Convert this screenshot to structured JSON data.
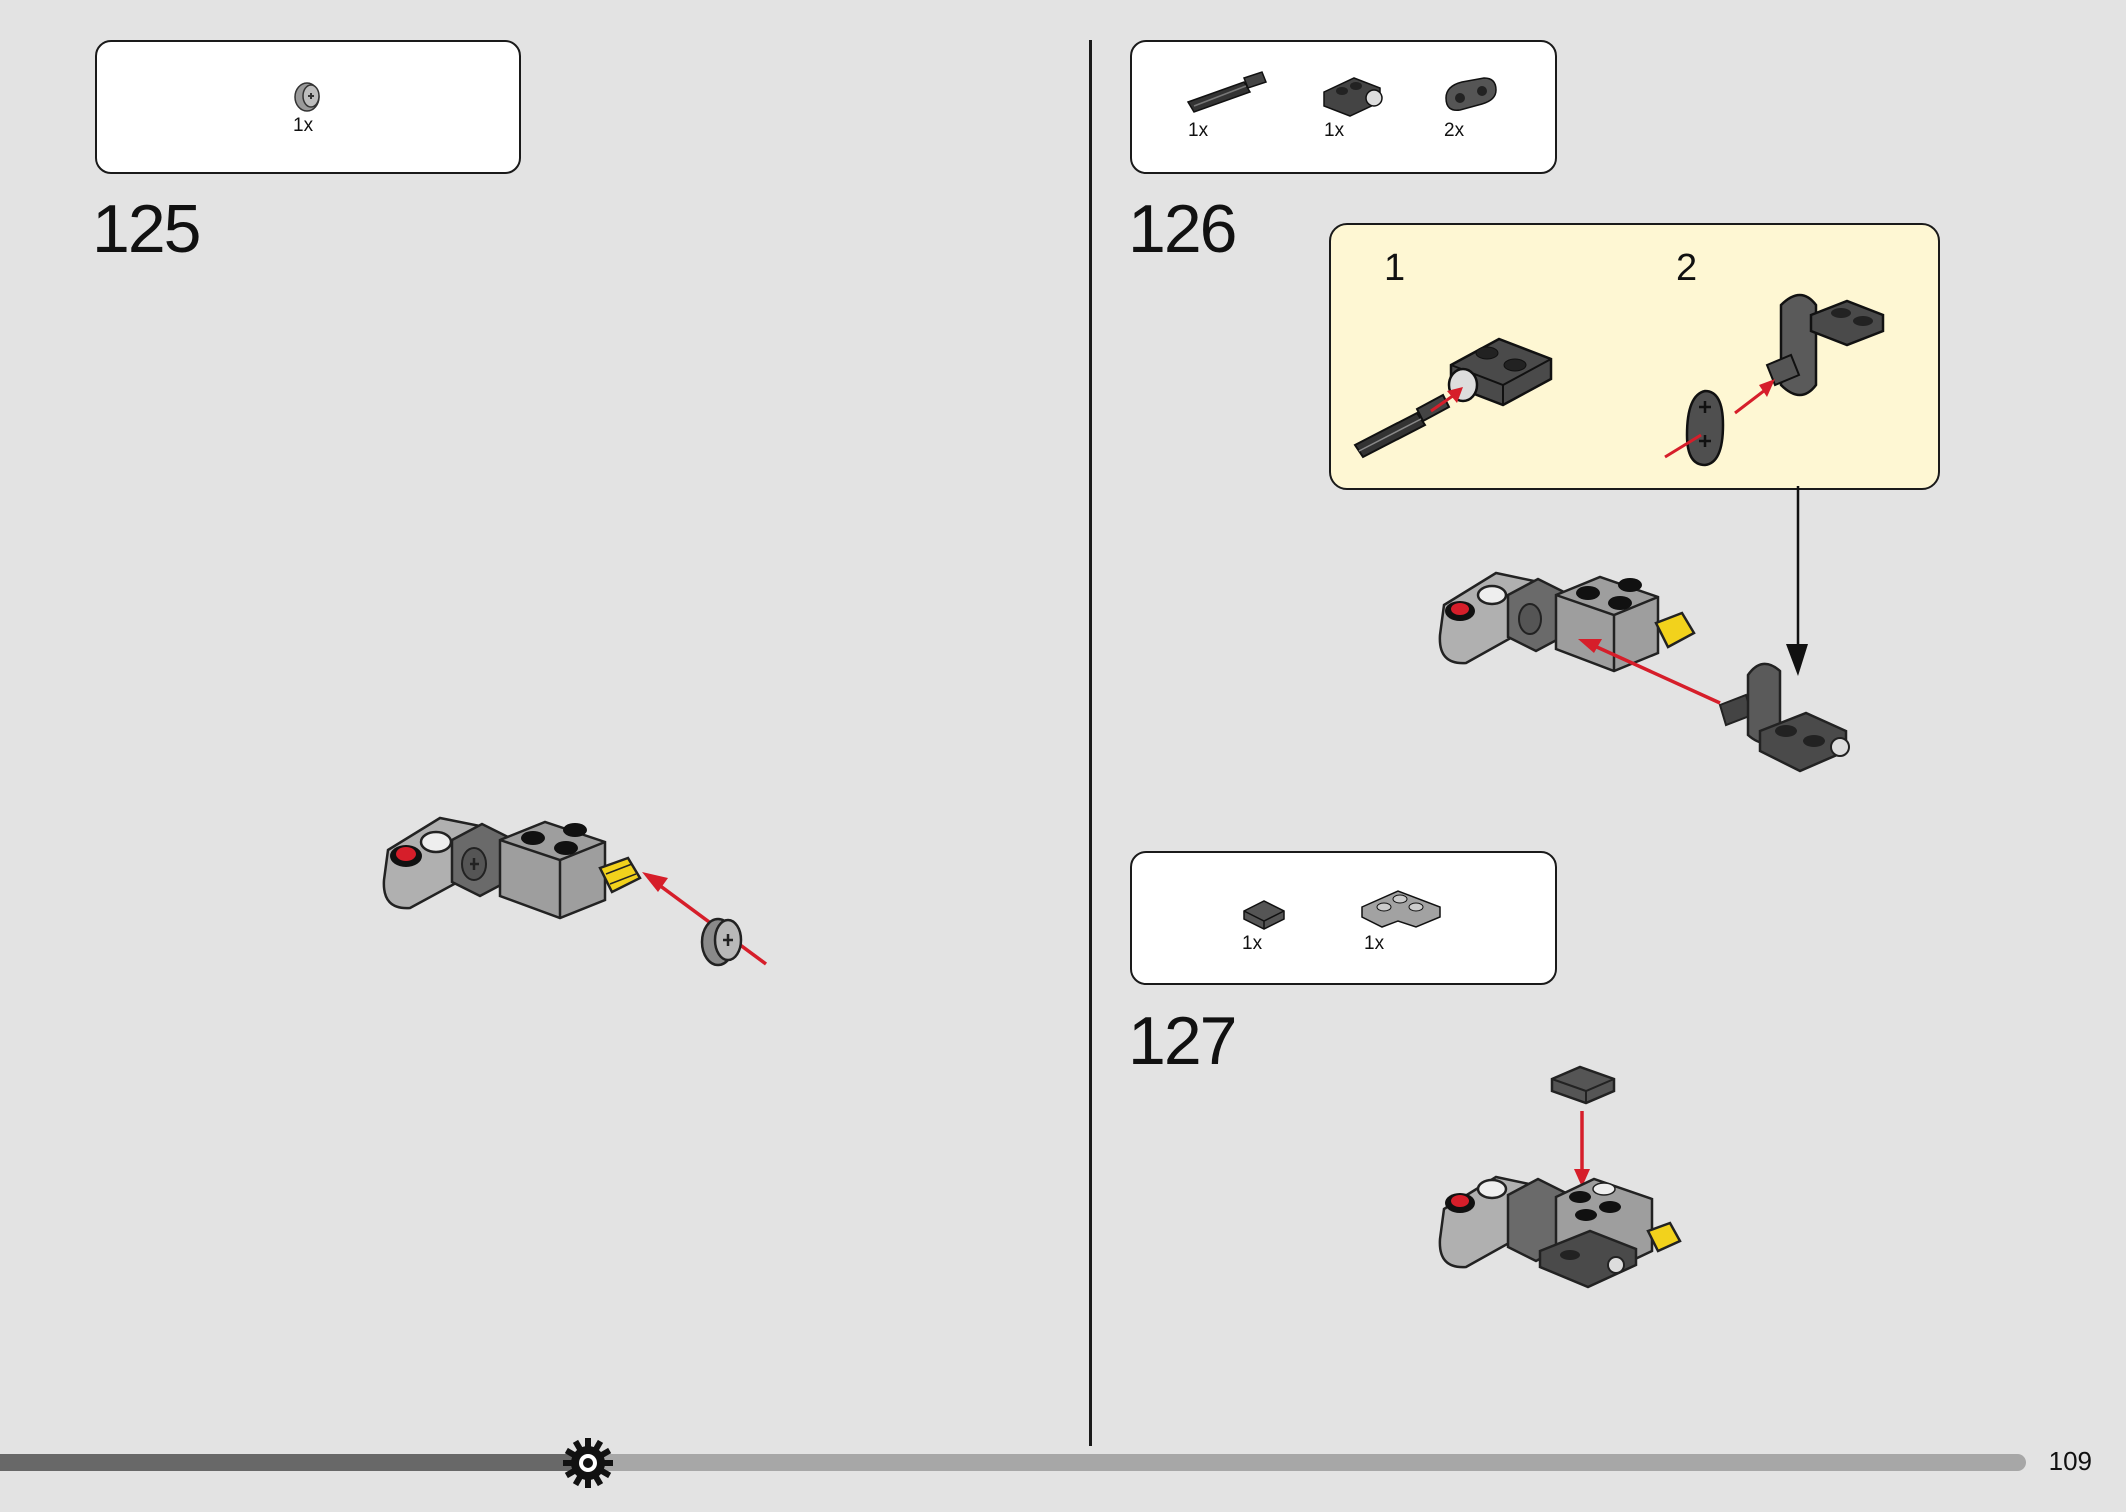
{
  "page_number": "109",
  "colors": {
    "background": "#e3e3e3",
    "callout_background": "#fef7d3",
    "arrow_red": "#d61e2a",
    "part_yellow": "#f2d21c",
    "progress_dark": "#686868",
    "progress_light": "#a7a7a7"
  },
  "progress": {
    "fraction": 0.29
  },
  "steps": [
    {
      "number": "125",
      "parts": [
        {
          "icon": "bush-icon",
          "qty": "1x"
        }
      ]
    },
    {
      "number": "126",
      "parts": [
        {
          "icon": "axle-pin-icon",
          "qty": "1x"
        },
        {
          "icon": "plate-with-hole-icon",
          "qty": "1x"
        },
        {
          "icon": "beam-2-icon",
          "qty": "2x"
        }
      ],
      "substeps": [
        {
          "number": "1"
        },
        {
          "number": "2"
        }
      ]
    },
    {
      "number": "127",
      "parts": [
        {
          "icon": "tile-icon",
          "qty": "1x"
        },
        {
          "icon": "corner-plate-icon",
          "qty": "1x"
        }
      ]
    }
  ]
}
